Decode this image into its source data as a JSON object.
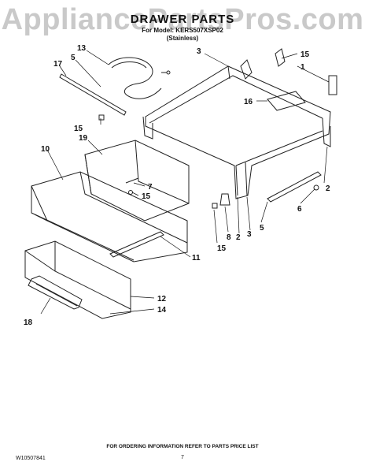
{
  "watermark": "AppliancePartsPros.com",
  "header": {
    "title": "DRAWER PARTS",
    "model_line": "For Model: KERS507XSP02",
    "finish_line": "(Stainless)"
  },
  "callouts": [
    "1",
    "2",
    "3",
    "5",
    "6",
    "7",
    "8",
    "10",
    "11",
    "12",
    "13",
    "14",
    "15",
    "16",
    "17",
    "18",
    "19"
  ],
  "footer": {
    "doc_number": "W10507841",
    "ordering_note": "FOR ORDERING INFORMATION REFER TO PARTS PRICE LIST",
    "page_number": "7"
  }
}
